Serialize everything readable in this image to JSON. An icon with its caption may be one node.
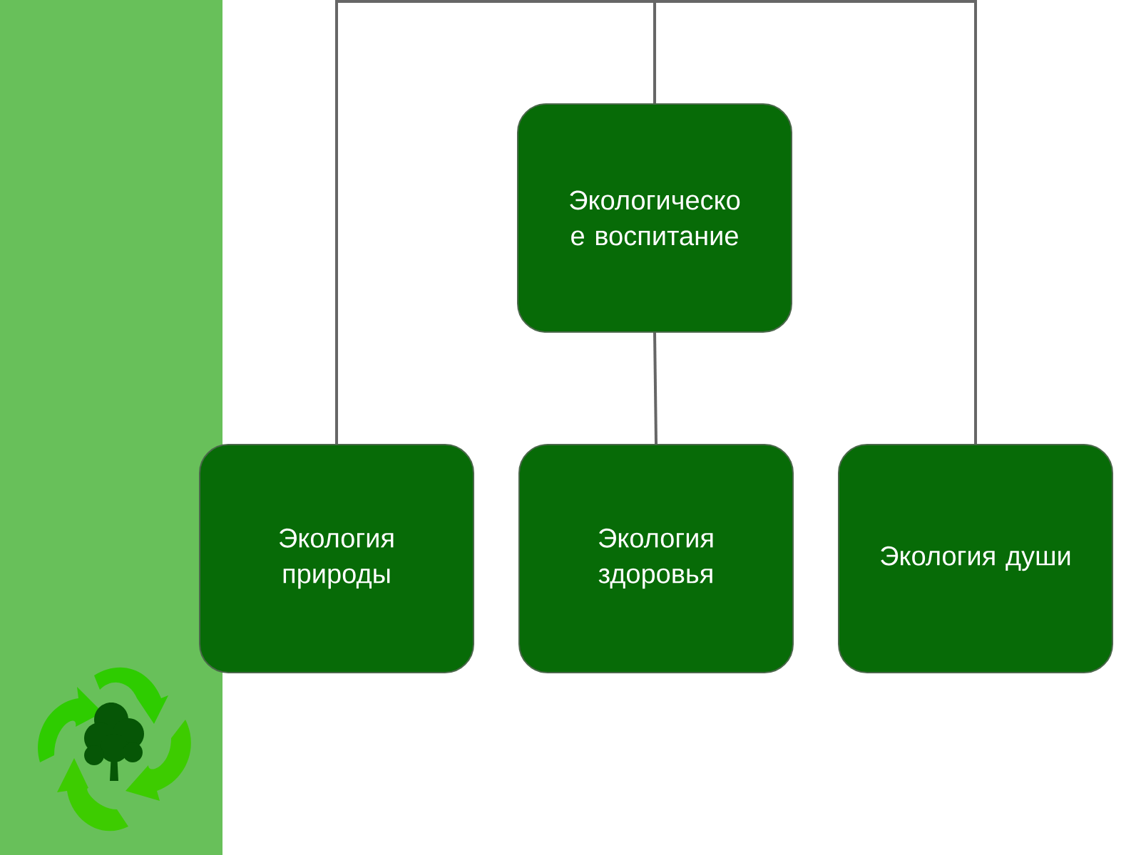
{
  "diagram": {
    "nodes": [
      {
        "text": [
          "Экологическо е воспитание"
        ]
      },
      {
        "text": [
          "Экология природы"
        ]
      },
      {
        "text": [
          "Экология здоровья"
        ]
      },
      {
        "text": [
          "Экология души"
        ]
      }
    ],
    "edges": [
      {
        "from": 0,
        "to": 1,
        "arrow": "none"
      },
      {
        "from": 0,
        "to": 2,
        "arrow": "none"
      },
      {
        "from": 0,
        "to": 3,
        "arrow": "none"
      }
    ]
  }
}
